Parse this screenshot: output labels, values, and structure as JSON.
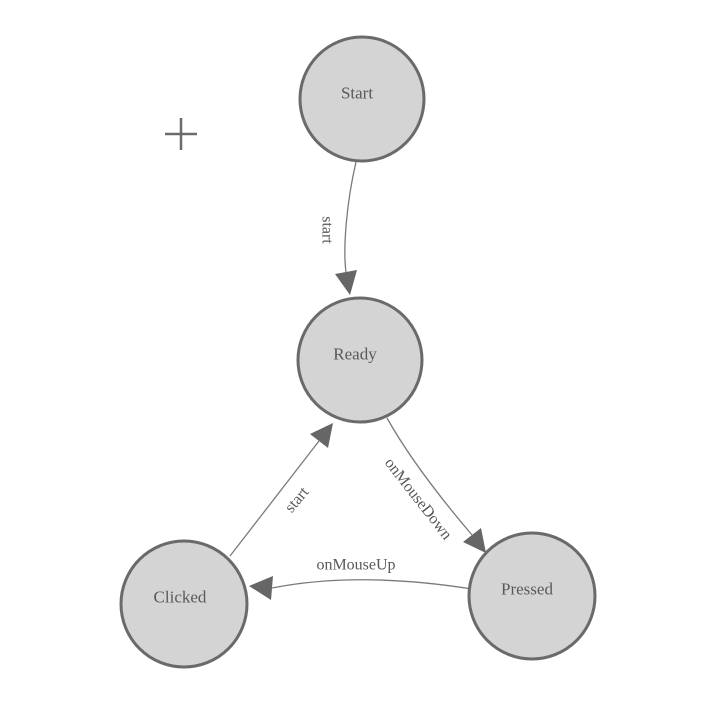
{
  "diagram": {
    "type": "finite-state-machine",
    "colors": {
      "background": "#ffffff",
      "node_fill": "#d4d4d4",
      "node_border": "#6a6a6a",
      "text": "#595959",
      "edge": "#7a7a7a",
      "arrow": "#666666",
      "crosshair": "#6b6b6b"
    },
    "nodes": [
      {
        "id": "start",
        "label": "Start"
      },
      {
        "id": "ready",
        "label": "Ready"
      },
      {
        "id": "clicked",
        "label": "Clicked"
      },
      {
        "id": "pressed",
        "label": "Pressed"
      }
    ],
    "edges": [
      {
        "from": "start",
        "to": "ready",
        "label": "start"
      },
      {
        "from": "ready",
        "to": "pressed",
        "label": "onMouseDown"
      },
      {
        "from": "clicked",
        "to": "ready",
        "label": "start"
      },
      {
        "from": "pressed",
        "to": "clicked",
        "label": "onMouseUp"
      }
    ],
    "crosshair": {
      "glyph": "plus"
    }
  }
}
